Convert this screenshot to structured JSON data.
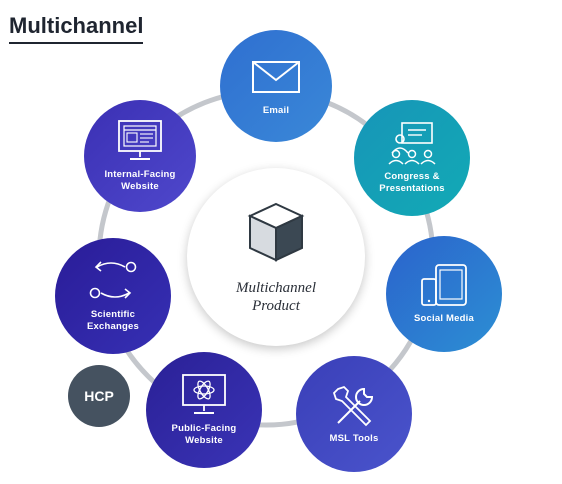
{
  "title": "Multichannel",
  "center": {
    "label": "Multichannel\nProduct",
    "icon": "cube-icon"
  },
  "hcp": {
    "label": "HCP"
  },
  "nodes": [
    {
      "label": "Email",
      "icon": "envelope-icon",
      "gradient": [
        "#2f6fd0",
        "#3a88d8"
      ]
    },
    {
      "label": "Congress &\nPresentations",
      "icon": "audience-presentation-icon",
      "gradient": [
        "#1795b8",
        "#12aab5"
      ]
    },
    {
      "label": "Social Media",
      "icon": "devices-icon",
      "gradient": [
        "#2b63cc",
        "#2c8fd4"
      ]
    },
    {
      "label": "MSL Tools",
      "icon": "tools-icon",
      "gradient": [
        "#3a3fb8",
        "#4a54cc"
      ]
    },
    {
      "label": "Public-Facing\nWebsite",
      "icon": "monitor-atom-icon",
      "gradient": [
        "#2a2096",
        "#3a34b6"
      ]
    },
    {
      "label": "Scientific\nExchanges",
      "icon": "exchange-arrows-icon",
      "gradient": [
        "#2a1c98",
        "#3630b4"
      ]
    },
    {
      "label": "Internal-Facing\nWebsite",
      "icon": "monitor-webpage-icon",
      "gradient": [
        "#3b30b4",
        "#4f48cc"
      ]
    }
  ]
}
